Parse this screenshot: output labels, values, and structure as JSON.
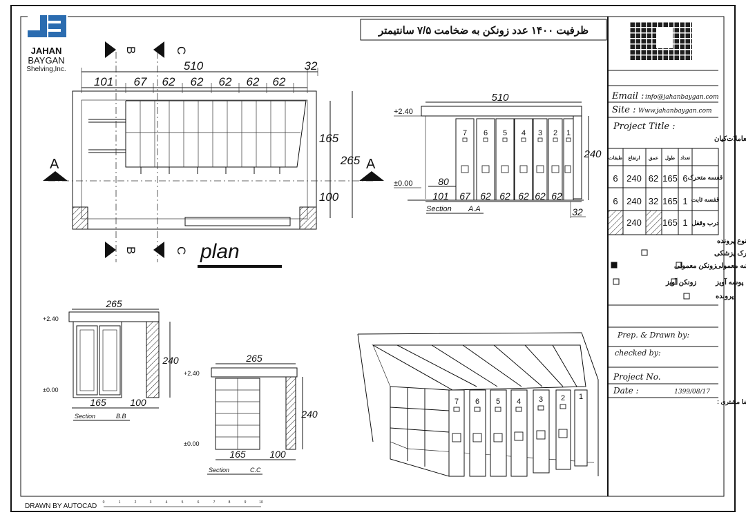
{
  "logo": {
    "letters": "JB",
    "line1": "JAHAN",
    "line2": "BAYGAN",
    "line3": "Shelving,Inc."
  },
  "header": {
    "title": "ظرفیت ۱۴۰۰ عدد زونکن به ضخامت ۷/۵ سانتیمتر"
  },
  "plan": {
    "label": "plan",
    "dims_top": [
      "101",
      "67",
      "62",
      "62",
      "62",
      "62",
      "62"
    ],
    "dim_total": "510",
    "dim_end": "32",
    "dim_165": "165",
    "dim_265": "265",
    "dim_100": "100",
    "marks": {
      "A": "A",
      "B": "B",
      "C": "C"
    }
  },
  "section_aa": {
    "caption": "Section",
    "caption_id": "A.A",
    "dim_width": "510",
    "dim_height": "240",
    "level_top": "+2.40",
    "level_bottom": "±0.00",
    "dims_bottom": [
      "101",
      "67",
      "62",
      "62",
      "62",
      "62",
      "62"
    ],
    "dim_80": "80",
    "dim_end": "32",
    "unit_numbers": [
      "7",
      "6",
      "5",
      "4",
      "3",
      "2",
      "1"
    ]
  },
  "section_bb": {
    "caption": "Section",
    "caption_id": "B.B",
    "dim_width": "265",
    "dim_height": "240",
    "level_top": "+2.40",
    "level_bottom": "±0.00",
    "dim_165": "165",
    "dim_100": "100"
  },
  "section_cc": {
    "caption": "Section",
    "caption_id": "C.C",
    "dim_width": "265",
    "dim_height": "240",
    "level_top": "+2.40",
    "level_bottom": "±0.00",
    "dim_165": "165",
    "dim_100": "100"
  },
  "perspective": {
    "unit_numbers": [
      "7",
      "6",
      "5",
      "4",
      "3",
      "2",
      "1"
    ]
  },
  "title_block": {
    "email_label": "Email :",
    "email_value": "info@jahanbaygan.com",
    "site_label": "Site :",
    "site_value": "Www.jahanbaygan.com",
    "project_title_label": "Project Title :",
    "project_title_value": "کارگزاری توسعه معاملات‌کیان",
    "table_headers": [
      "طبقات",
      "ارتفاع",
      "عمق",
      "طول",
      "تعداد"
    ],
    "table_rows": [
      {
        "name": "قفسه متحرک",
        "floors": "6",
        "height": "240",
        "depth": "62",
        "length": "165",
        "count": "6"
      },
      {
        "name": "قفسه ثابت",
        "floors": "6",
        "height": "240",
        "depth": "32",
        "length": "165",
        "count": "1"
      },
      {
        "name": "درب وقفل",
        "floors": "",
        "height": "240",
        "depth": "",
        "length": "165",
        "count": "1"
      }
    ],
    "file_type_label": "نوع پرونده",
    "options": [
      "پوشه مدارک پزشکی",
      "پوشه معمولی",
      "زونکن معمولی",
      "پوشه آویز",
      "زونکن آویز",
      "پرونده"
    ],
    "prep_label": "Prep. & Drawn by:",
    "checked_label": "checked by:",
    "project_no_label": "Project No.",
    "date_label": "Date :",
    "date_value": "1399/08/17",
    "stamp_label": "مهر و امضا مشتری :"
  },
  "footer": {
    "drawn_by": "DRAWN BY AUTOCAD",
    "scale_ticks": [
      "0",
      "1",
      "2",
      "3",
      "4",
      "5",
      "6",
      "7",
      "8",
      "9",
      "10"
    ]
  }
}
